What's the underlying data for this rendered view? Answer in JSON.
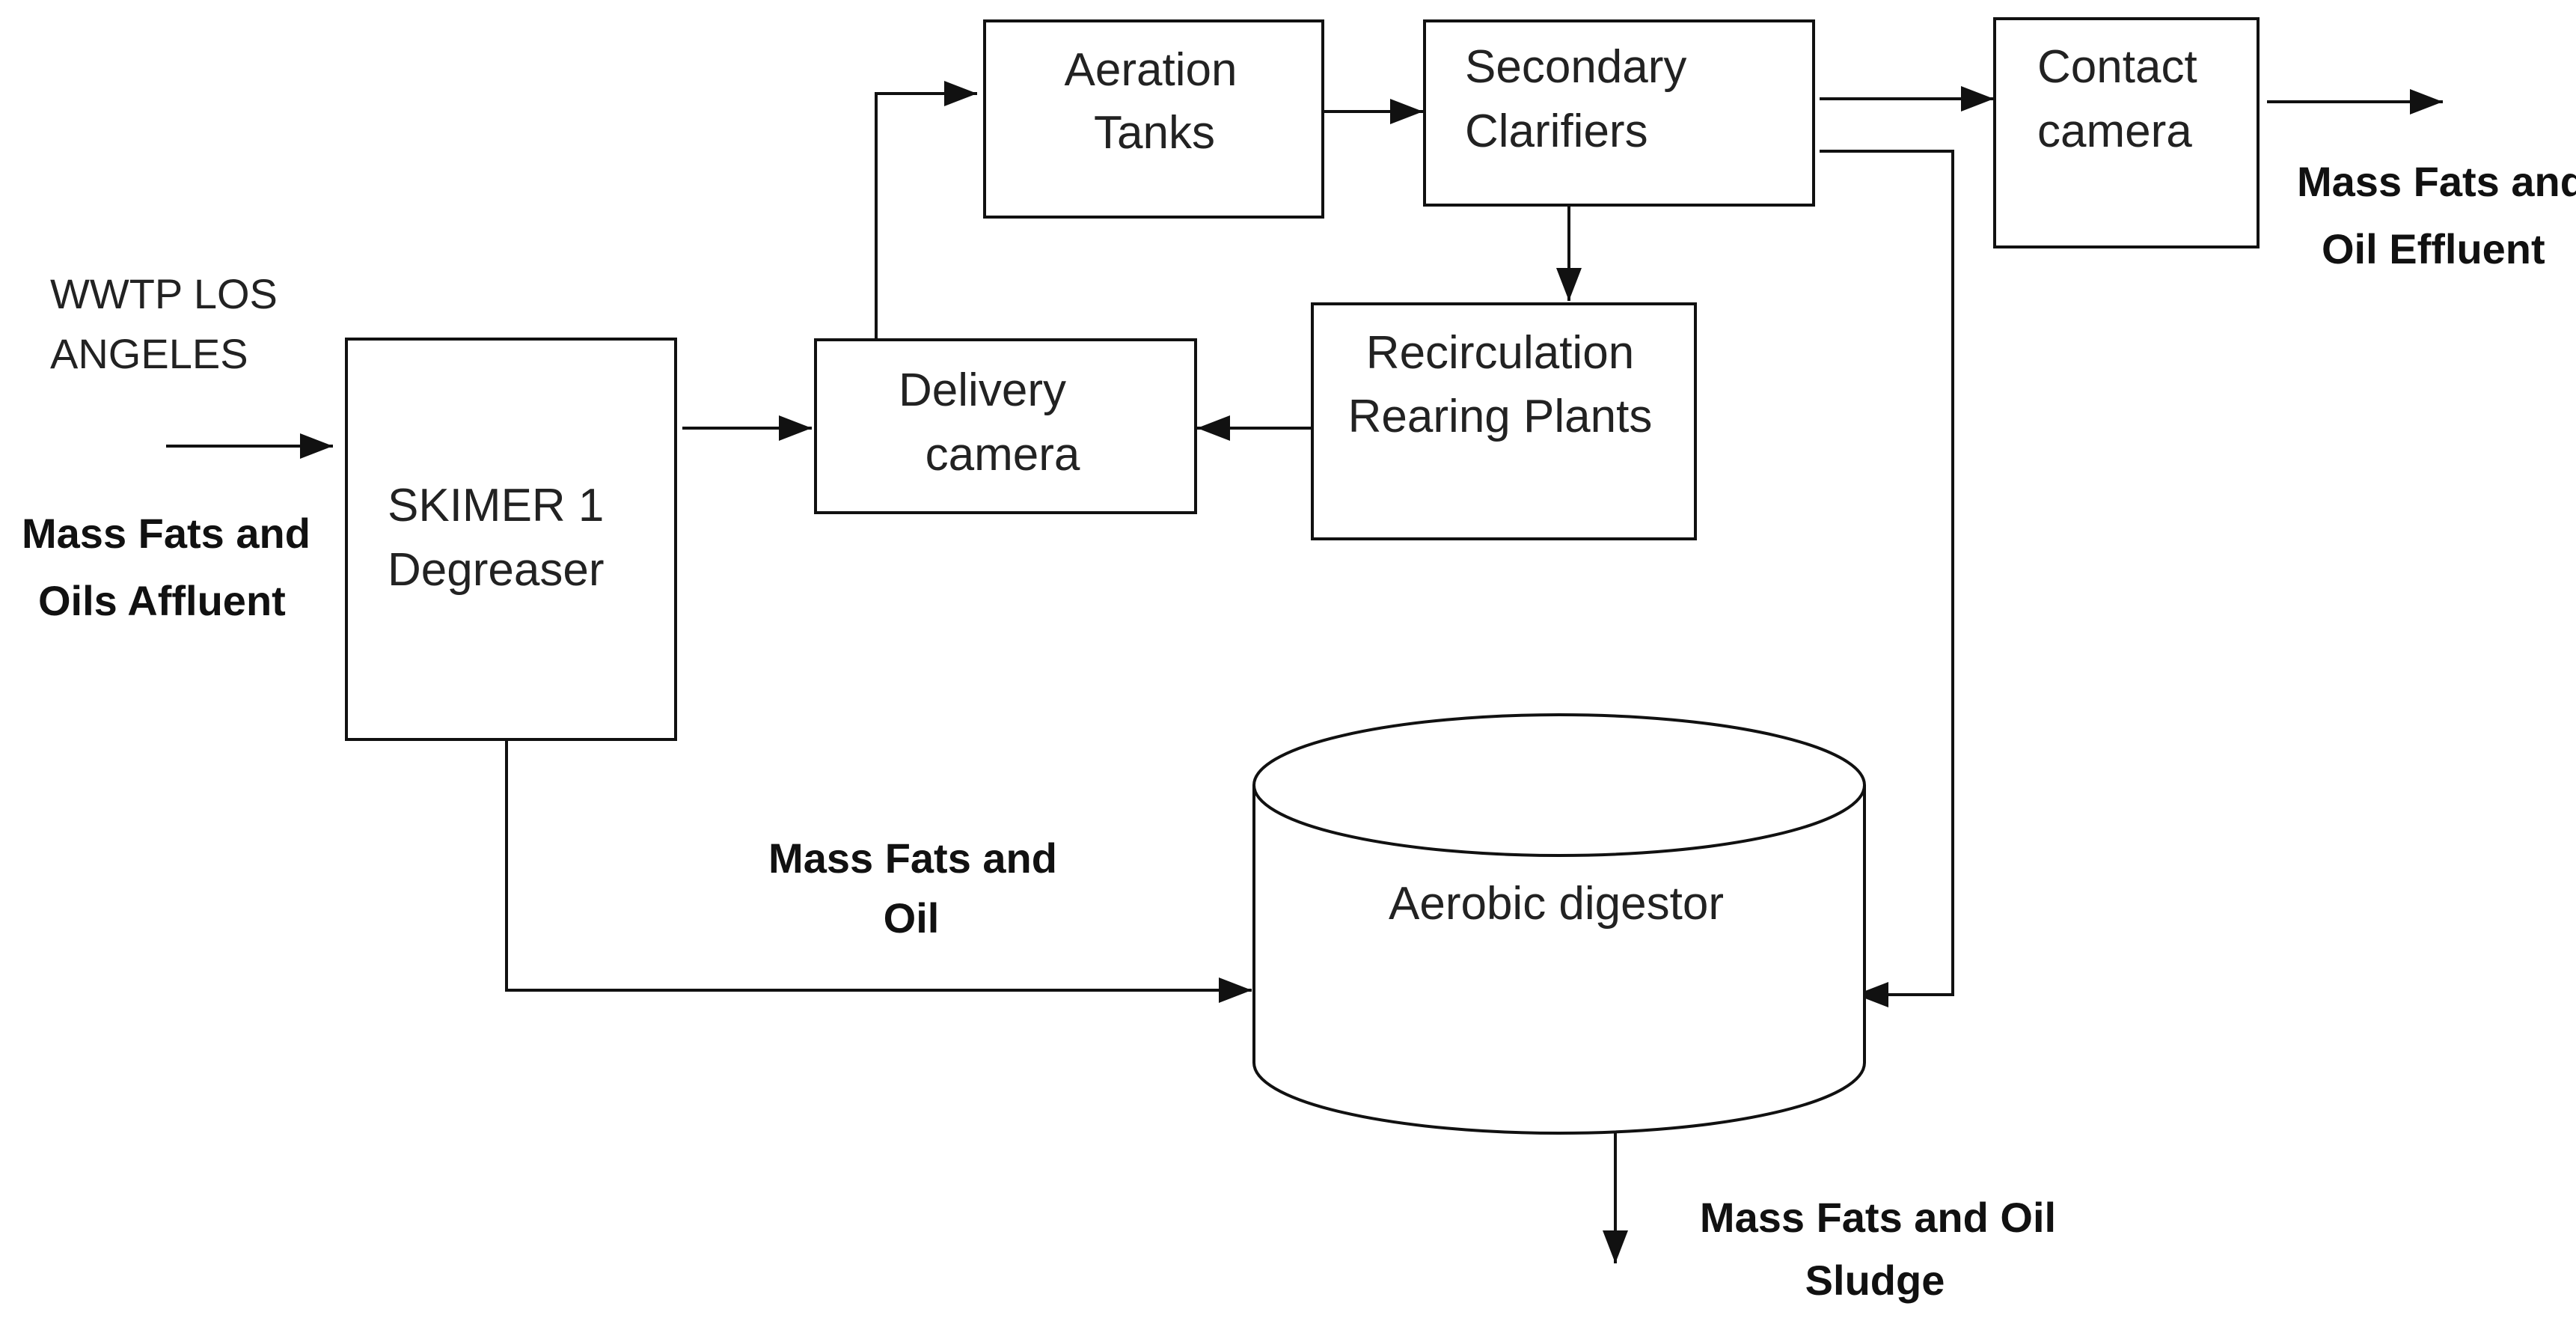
{
  "nodes": {
    "aeration_tanks": {
      "line1": "Aeration",
      "line2": "Tanks"
    },
    "secondary_clarifiers": {
      "line1": "Secondary",
      "line2": "Clarifiers"
    },
    "contact_camera": {
      "line1": "Contact",
      "line2": "camera"
    },
    "recirculation_rearing_plants": {
      "line1": "Recirculation",
      "line2": "Rearing Plants"
    },
    "delivery_camera": {
      "line1": "Delivery",
      "line2": "camera"
    },
    "skimer": {
      "line1": "SKIMER 1",
      "line2": "Degreaser"
    },
    "aerobic_digestor": {
      "label": "Aerobic digestor"
    }
  },
  "labels": {
    "wwtp": {
      "line1": "WWTP LOS",
      "line2": "ANGELES"
    },
    "affluent": {
      "line1": "Mass Fats and",
      "line2": "Oils Affluent"
    },
    "effluent": {
      "line1": "Mass Fats and",
      "line2": "Oil Effluent"
    },
    "oil_to_digestor": {
      "line1": "Mass Fats and",
      "line2": "Oil"
    },
    "sludge": {
      "line1": "Mass Fats and Oil",
      "line2": "Sludge"
    }
  }
}
